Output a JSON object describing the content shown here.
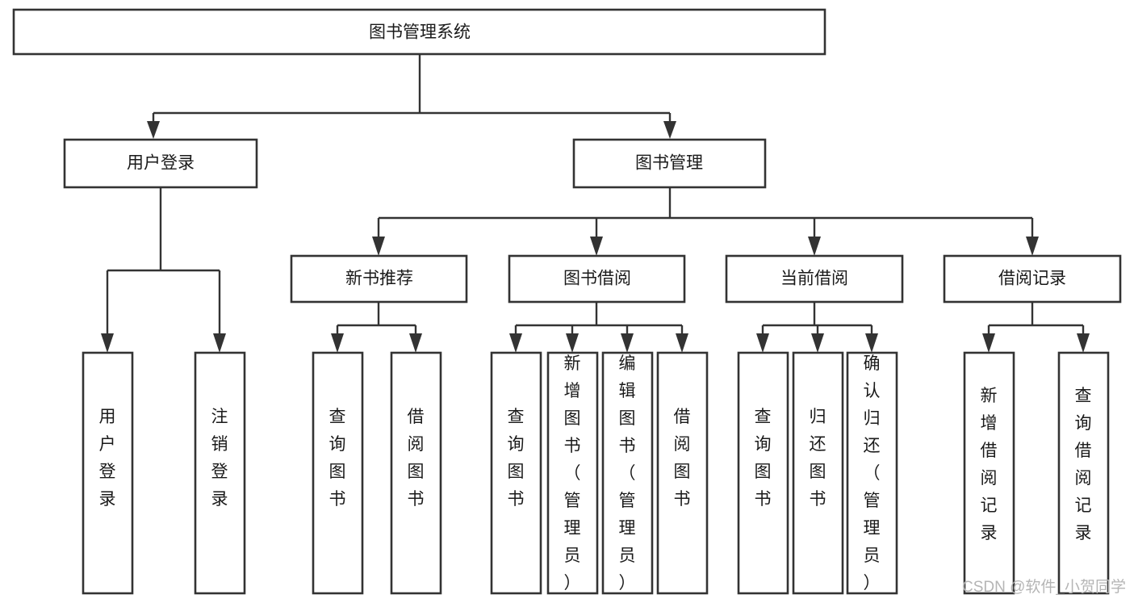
{
  "diagram": {
    "type": "hierarchy-tree",
    "title": "图书管理系统",
    "watermark": "CSDN @软件_小贺同学",
    "colors": {
      "stroke": "#333333",
      "fill": "#ffffff",
      "text": "#1a1a1a",
      "watermark": "#b5b5b5"
    },
    "root": {
      "label": "图书管理系统"
    },
    "level2": [
      {
        "label": "用户登录"
      },
      {
        "label": "图书管理"
      }
    ],
    "level3": [
      {
        "label": "新书推荐"
      },
      {
        "label": "图书借阅"
      },
      {
        "label": "当前借阅"
      },
      {
        "label": "借阅记录"
      }
    ],
    "leaves": {
      "user_login": [
        {
          "label": "用户登录"
        },
        {
          "label": "注销登录"
        }
      ],
      "new_book_recommend": [
        {
          "label": "查询图书"
        },
        {
          "label": "借阅图书"
        }
      ],
      "book_borrow": [
        {
          "label": "查询图书"
        },
        {
          "label": "新增图书（管理员）"
        },
        {
          "label": "编辑图书（管理员）"
        },
        {
          "label": "借阅图书"
        }
      ],
      "current_borrow": [
        {
          "label": "查询图书"
        },
        {
          "label": "归还图书"
        },
        {
          "label": "确认归还（管理员）"
        }
      ],
      "borrow_record": [
        {
          "label": "新增借阅记录"
        },
        {
          "label": "查询借阅记录"
        }
      ]
    }
  }
}
